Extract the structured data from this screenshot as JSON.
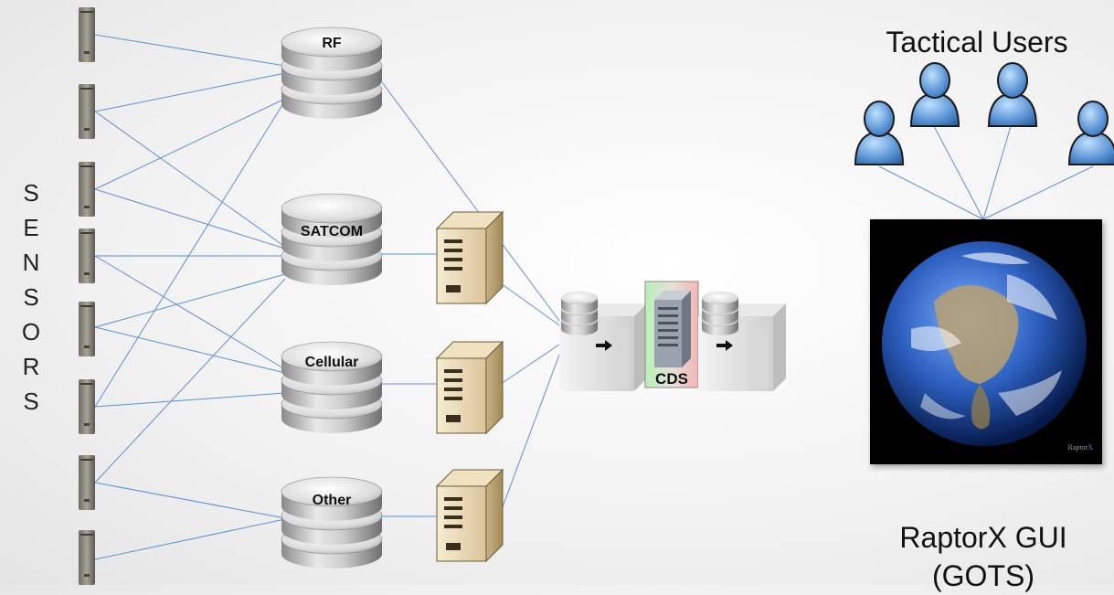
{
  "sensors_label": [
    "S",
    "E",
    "N",
    "S",
    "O",
    "R",
    "S"
  ],
  "networks": [
    {
      "label": "RF"
    },
    {
      "label": "SATCOM"
    },
    {
      "label": "Cellular"
    },
    {
      "label": "Other"
    }
  ],
  "cds_label": "CDS",
  "users_title": "Tactical Users",
  "gui_label_line1": "RaptorX GUI",
  "gui_label_line2": "(GOTS)",
  "raptorx_watermark": {
    "part1": "Raptor",
    "part2": "X"
  },
  "colors": {
    "link_line": "#5b8fd6",
    "user_icon": "#4f86c6",
    "cds_left": "#b8f0b8",
    "cds_right": "#f4b6b6"
  },
  "icons": [
    "sensor-device-icon",
    "database-icon",
    "server-icon",
    "user-icon",
    "globe-icon",
    "arrow-right-icon"
  ]
}
